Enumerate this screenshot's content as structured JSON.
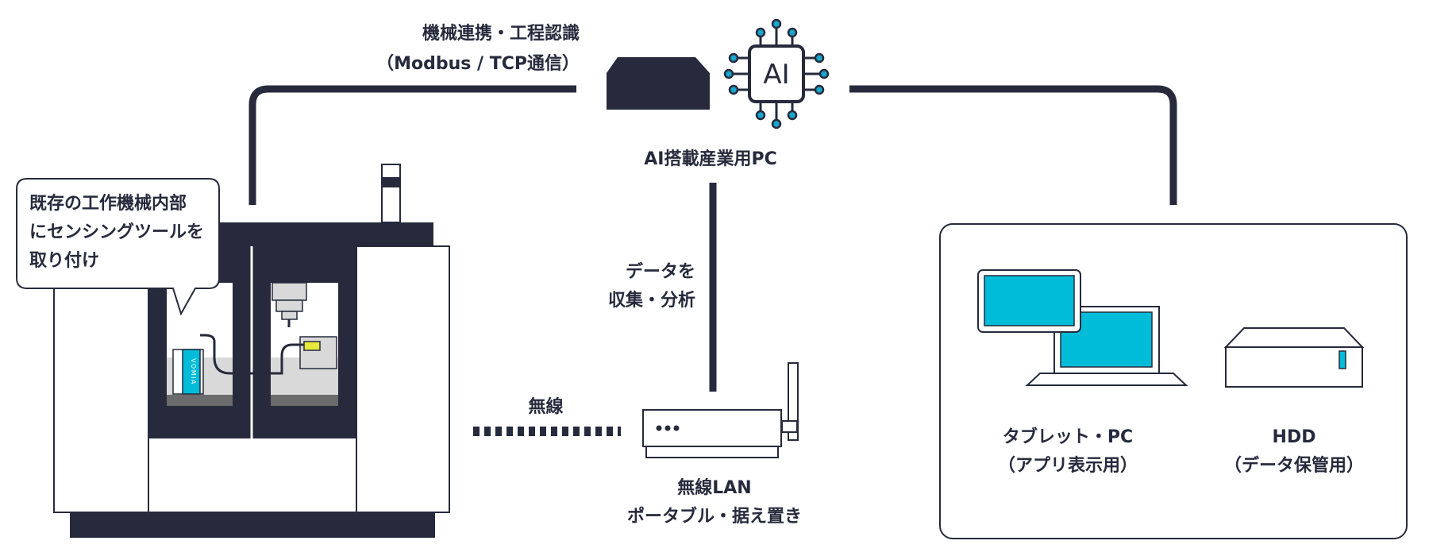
{
  "colors": {
    "navy": "#262a3c",
    "cyan": "#00bcd9",
    "ai_node": "#1aa6cc",
    "machine_gray": "#d9d9d9",
    "machine_dark_gray": "#6b6b6b",
    "accent_yellow": "#e6e83a",
    "white": "#ffffff"
  },
  "link": {
    "title": "機械連携・工程認識",
    "protocol": "（Modbus / TCP通信）"
  },
  "ai_pc": {
    "chip_label": "AI",
    "label": "AI搭載産業用PC"
  },
  "data_collect": {
    "line1": "データを",
    "line2": "収集・分析"
  },
  "callout": {
    "line1": "既存の工作機械内部",
    "line2": "にセンシングツールを",
    "line3": "取り付け"
  },
  "sensor": {
    "brand": "VOMIA"
  },
  "wireless": {
    "label": "無線"
  },
  "router": {
    "line1": "無線LAN",
    "line2": "ポータブル・据え置き"
  },
  "tablet_pc": {
    "line1": "タブレット・PC",
    "line2": "（アプリ表示用）"
  },
  "hdd": {
    "line1": "HDD",
    "line2": "（データ保管用）"
  },
  "icons": [
    "ai-chip-icon",
    "industrial-pc-icon",
    "router-icon",
    "tablet-icon",
    "laptop-icon",
    "hdd-icon",
    "machine-tool-icon",
    "sensor-tool-icon"
  ]
}
